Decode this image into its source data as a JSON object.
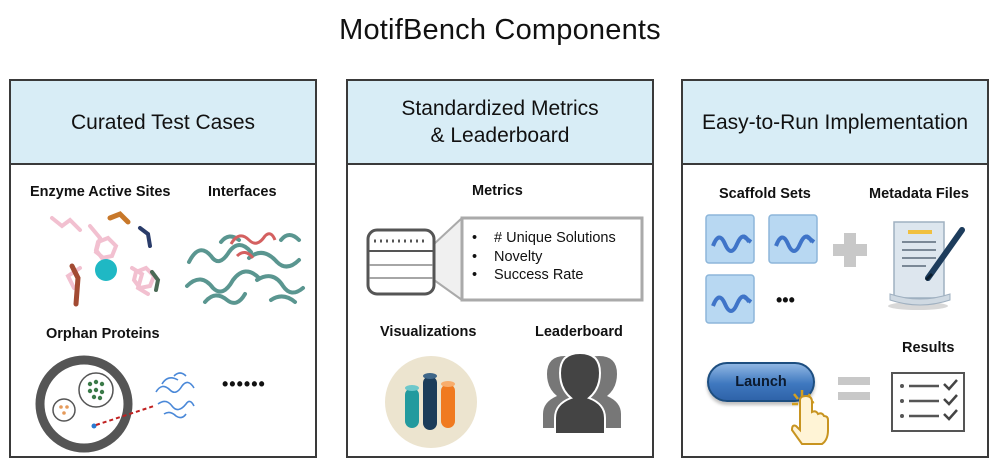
{
  "title": "MotifBench Components",
  "panels": [
    {
      "header": "Curated Test Cases",
      "labels": {
        "enzyme": "Enzyme Active Sites",
        "interfaces": "Interfaces",
        "orphan": "Orphan Proteins",
        "ellipsis": "••••••"
      }
    },
    {
      "header": "Standardized Metrics\n& Leaderboard",
      "labels": {
        "metrics": "Metrics",
        "visualizations": "Visualizations",
        "leaderboard": "Leaderboard"
      },
      "metrics_list": [
        "# Unique Solutions",
        "Novelty",
        "Success Rate"
      ]
    },
    {
      "header": "Easy-to-Run Implementation",
      "labels": {
        "scaffold": "Scaffold Sets",
        "metadata": "Metadata Files",
        "results": "Results",
        "ellipsis": "•••"
      },
      "button": "Launch"
    }
  ],
  "colors": {
    "header_bg": "#d8edf6",
    "border": "#3a3a3a",
    "protein_teal": "#5a9690",
    "ion_cyan": "#1fb8c4",
    "bar_teal": "#239a9e",
    "bar_navy": "#1b3c5a",
    "bar_orange": "#f07a20",
    "launch_blue": "#3f78bf"
  }
}
